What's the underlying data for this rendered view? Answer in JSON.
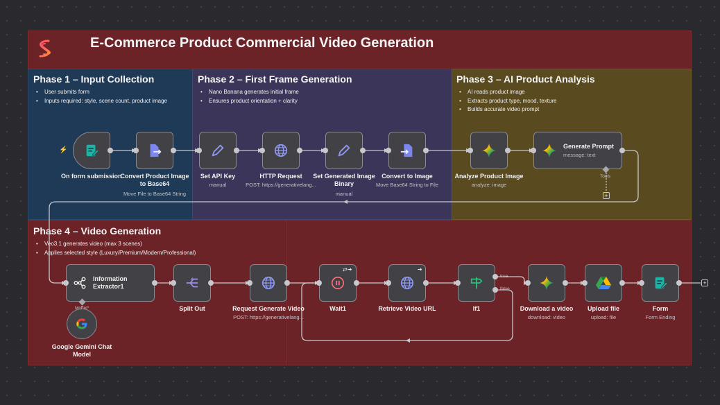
{
  "title": "E-Commerce Product Commercial Video Generation",
  "colors": {
    "header_bg": "#6b2327",
    "phase1_bg": "#1f3a56",
    "phase2_bg": "#3a3559",
    "phase3_bg": "#5a4a1f",
    "phase4_bg": "#6b2327",
    "node_bg": "#414146",
    "wire": "#c8c8cc"
  },
  "phases": [
    {
      "title": "Phase 1 – Input Collection",
      "bullets": [
        "User submits form",
        "Inputs required: style, scene count, product image"
      ]
    },
    {
      "title": "Phase 2 – First Frame Generation",
      "bullets": [
        "Nano Banana generates initial frame",
        "Ensures product orientation + clarity"
      ]
    },
    {
      "title": "Phase 3 – AI Product Analysis",
      "bullets": [
        "AI reads product image",
        "Extracts product type, mood, texture",
        "Builds accurate video prompt"
      ]
    },
    {
      "title": "Phase 4 – Video Generation",
      "bullets": [
        "Veo3.1 generates video (max 3 scenes)",
        "Applies selected style (Luxury/Premium/Modern/Professional)"
      ]
    }
  ],
  "nodes": {
    "form_trigger": {
      "label": "On form submission",
      "sub": "",
      "icon": "form-icon"
    },
    "convert_b64": {
      "label": "Convert Product Image to Base64",
      "label1": "Convert Product Image",
      "label2": "to Base64",
      "sub": "Move File to Base64 String",
      "icon": "file-export-icon"
    },
    "set_api": {
      "label": "Set API Key",
      "sub": "manual",
      "icon": "pencil-icon"
    },
    "http": {
      "label": "HTTP Request",
      "sub": "POST: https://generativelang...",
      "icon": "globe-icon"
    },
    "set_binary": {
      "label1": "Set Generated Image",
      "label2": "Binary",
      "sub": "manual",
      "icon": "pencil-icon"
    },
    "to_image": {
      "label": "Convert to Image",
      "sub": "Move Base64 String to File",
      "icon": "file-import-icon"
    },
    "analyze": {
      "label": "Analyze Product Image",
      "sub": "analyze: image",
      "icon": "gemini-icon"
    },
    "gen_prompt": {
      "label": "Generate Prompt",
      "sub": "message: text",
      "tools_label": "Tools",
      "icon": "gemini-icon"
    },
    "info_extractor": {
      "label1": "Information",
      "label2": "Extractor1",
      "model_label": "Model*",
      "icon": "hub-icon"
    },
    "split": {
      "label": "Split Out",
      "sub": "",
      "icon": "split-icon"
    },
    "req_video": {
      "label": "Request Generate Video",
      "sub": "POST: https://generativelang...",
      "icon": "globe-icon"
    },
    "wait": {
      "label": "Wait1",
      "sub": "",
      "icon": "pause-icon"
    },
    "retrieve": {
      "label": "Retrieve Video URL",
      "sub": "",
      "icon": "globe-icon"
    },
    "if1": {
      "label": "If1",
      "sub": "",
      "true_label": "true",
      "false_label": "false",
      "icon": "signpost-icon"
    },
    "download": {
      "label": "Download a video",
      "sub": "download: video",
      "icon": "gemini-icon"
    },
    "upload": {
      "label": "Upload file",
      "sub": "upload: file",
      "icon": "google-drive-icon"
    },
    "form_end": {
      "label": "Form",
      "sub": "Form Ending",
      "icon": "form-icon"
    },
    "gemini_model": {
      "label1": "Google Gemini Chat",
      "label2": "Model",
      "icon": "google-icon"
    }
  },
  "add_button": "+"
}
